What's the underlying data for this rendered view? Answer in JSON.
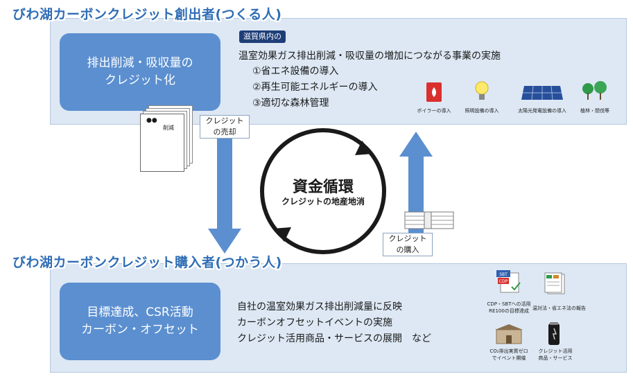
{
  "creator": {
    "title": "びわ湖カーボンクレジット創出者(つくる人)",
    "badge_line1": "排出削減・吸収量の",
    "badge_line2": "クレジット化",
    "region_tag": "滋賀県内の",
    "heading": "温室効果ガス排出削減・吸収量の増加につながる事業の実施",
    "items": [
      "①省エネ設備の導入",
      "②再生可能エネルギーの導入",
      "③適切な森林管理"
    ],
    "examples": [
      "ボイラーの導入",
      "照明設備の導入",
      "太陽光発電設備の導入",
      "植林・間伐等"
    ],
    "doc_stamp": "●●",
    "doc_label": "削減"
  },
  "cycle": {
    "center_title": "資金循環",
    "center_sub": "クレジットの地産地消",
    "sell_line1": "クレジット",
    "sell_line2": "の売却",
    "buy_line1": "クレジット",
    "buy_line2": "の購入"
  },
  "buyer": {
    "title": "びわ湖カーボンクレジット購入者(つかう人)",
    "badge_line1": "目標達成、CSR活動",
    "badge_line2": "カーボン・オフセット",
    "lines": [
      "自社の温室効果ガス排出削減量に反映",
      "カーボンオフセットイベントの実施",
      "クレジット活用商品・サービスの展開　など"
    ],
    "icon_text": [
      "SBT",
      "CDP"
    ],
    "examples": [
      [
        "CDP・SBTへの活用",
        "RE100の目標達成"
      ],
      [
        "温対法・省エネ法の報告"
      ],
      [
        "CO₂排出実質ゼロ",
        "でイベント開催"
      ],
      [
        "クレジット活用",
        "商品・サービス"
      ]
    ]
  }
}
